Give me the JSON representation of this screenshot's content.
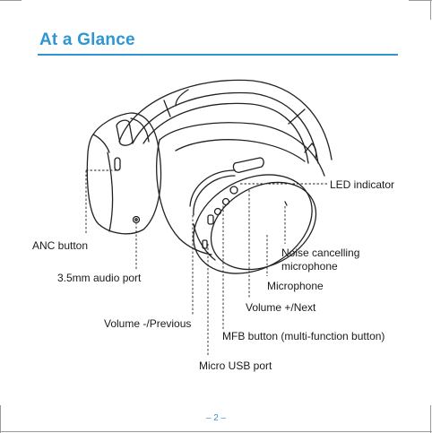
{
  "page": {
    "title": "At a Glance",
    "page_number": "– 2 –"
  },
  "callouts": {
    "led_indicator": "LED indicator",
    "anc_button": "ANC button",
    "noise_cancelling_line1": "Noise cancelling",
    "noise_cancelling_line2": "microphone",
    "audio_port": "3.5mm audio port",
    "microphone": "Microphone",
    "volume_up": "Volume +/Next",
    "volume_down": "Volume -/Previous",
    "mfb_button": "MFB button (multi-function button)",
    "micro_usb": "Micro USB port"
  },
  "colors": {
    "accent": "#2f97d0",
    "text": "#1a1a1a",
    "line_art": "#222222"
  }
}
